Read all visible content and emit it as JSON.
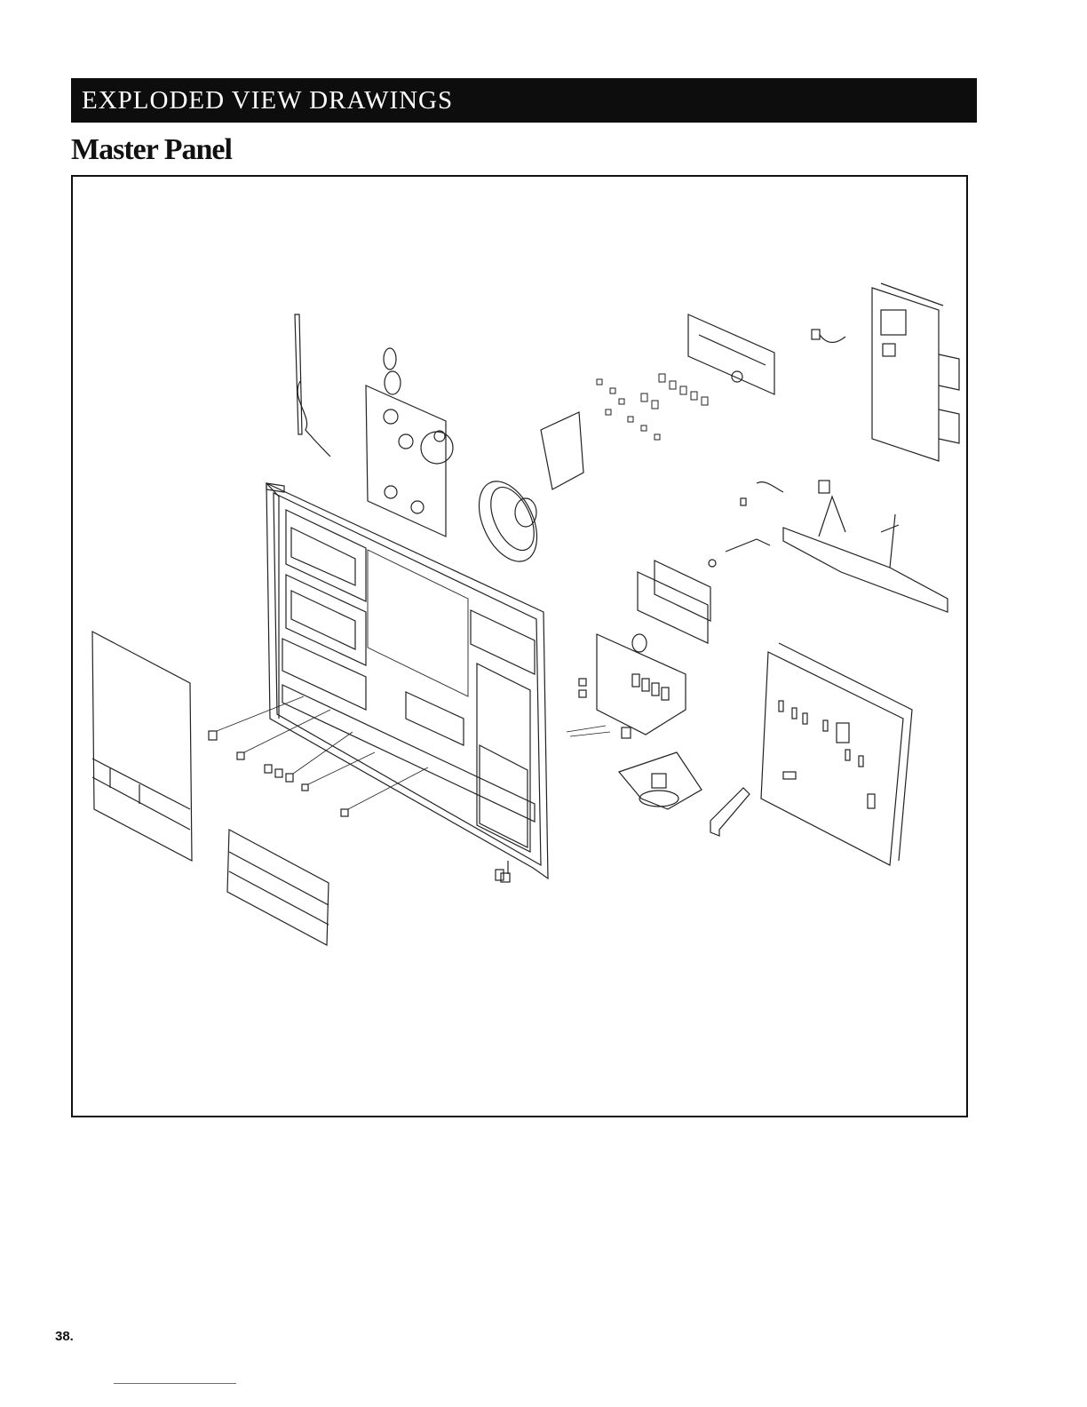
{
  "section_banner": "EXPLODED VIEW DRAWINGS",
  "title": "Master Panel",
  "page_number": "38.",
  "colors": {
    "banner_bg": "#0d0d0d",
    "banner_text": "#ffffff",
    "ink": "#111111"
  }
}
